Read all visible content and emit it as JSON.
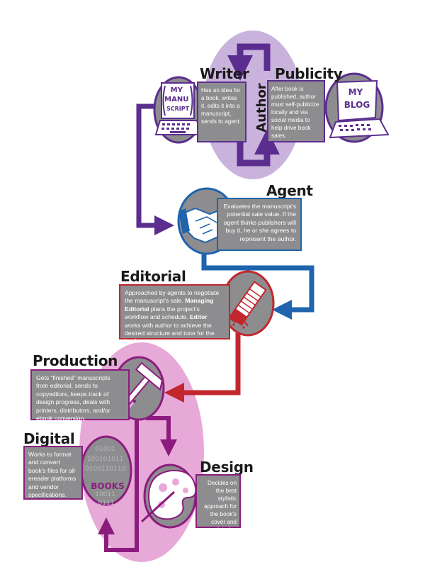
{
  "colors": {
    "purple": "#5b2d8f",
    "purple_light": "#c9b3dc",
    "blue": "#1f64ad",
    "red": "#c1272d",
    "magenta": "#8b1c7e",
    "pink": "#e7a9d8",
    "gray": "#8d8d8f"
  },
  "center": {
    "author": "Author"
  },
  "writer": {
    "title": "Writer",
    "text": "Has an idea for a book, writes it, edits it into a manuscript, sends to agent.",
    "icon_label": [
      "MY",
      "MANU",
      "SCRIPT"
    ]
  },
  "publicity": {
    "title": "Publicity",
    "text": "After book is published, author must self-publicize locally and via social media to help drive book sales.",
    "icon_label": [
      "MY",
      "BLOG"
    ]
  },
  "agent": {
    "title": "Agent",
    "text": "Evaluates the manuscript's potential sale value. If the agent thinks publishers will buy it, he or she agrees to represent the author."
  },
  "editorial": {
    "title": "Editorial",
    "text_1": "Approached by agents to negotiate the manuscript's sale.",
    "bold_1": "Managing Editorial",
    "text_2": "plans the project's workflow and schedule.",
    "bold_2": "Editor",
    "text_3": "works with author to achieve the desired structure and tone for the book."
  },
  "production": {
    "title": "Production",
    "text": "Gets “finished” manuscripts from editorial, sends to copyeditors, keeps track of design progress, deals with printers, distributors, and/or ebook conversion."
  },
  "digital": {
    "title": "Digital",
    "text": "Works to format and convert book's files for all ereader platforms and vendor specifications.",
    "binary_lines": [
      "01001",
      "100101011",
      "0100110110",
      "10011",
      "0111"
    ],
    "icon_label": "BOOKS"
  },
  "design": {
    "title": "Design",
    "text": "Decides on the best stylistic approach for the book's cover and interior."
  }
}
